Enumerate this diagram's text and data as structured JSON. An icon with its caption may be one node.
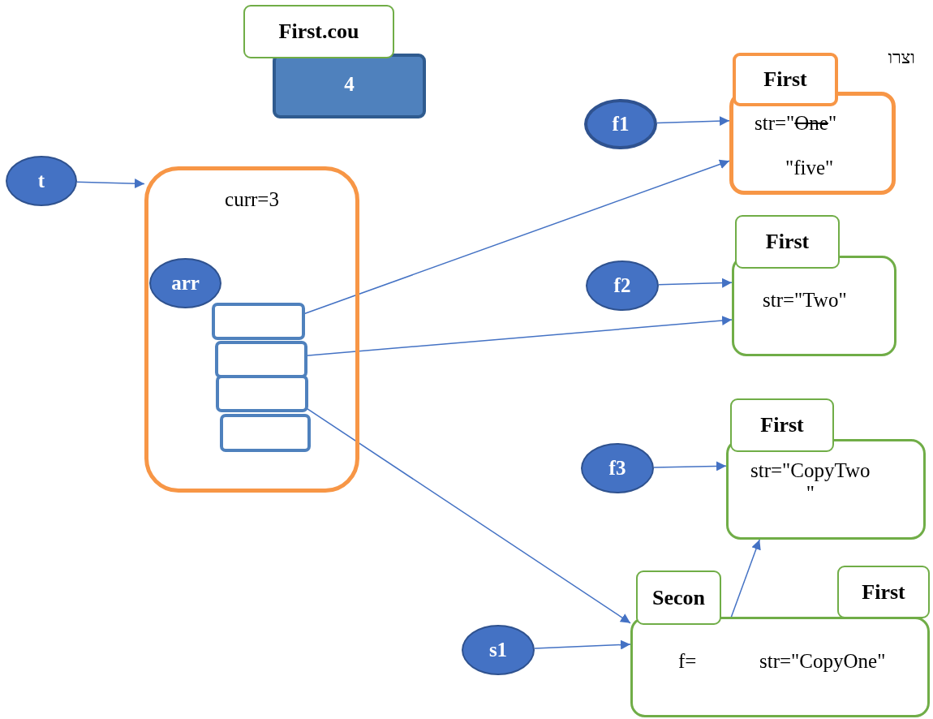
{
  "diagram": {
    "nodes": [
      {
        "text": [
          "First.cou",
          "4"
        ]
      },
      {
        "text": [
          "t"
        ]
      },
      {
        "text": [
          "curr=3"
        ]
      },
      {
        "text": [
          "arr"
        ],
        "in": 2
      },
      {
        "text": [],
        "shape": "box",
        "in": 2
      },
      {
        "text": [],
        "shape": "box",
        "in": 2
      },
      {
        "text": [],
        "shape": "box",
        "in": 2
      },
      {
        "text": [],
        "shape": "box",
        "in": 2
      },
      {
        "text": [
          "f1"
        ]
      },
      {
        "text": [
          "First",
          "str=\"One\"",
          "\"five\""
        ]
      },
      {
        "text": [
          "f2"
        ]
      },
      {
        "text": [
          "First",
          "str=\"Two\""
        ]
      },
      {
        "text": [
          "f3"
        ]
      },
      {
        "text": [
          "First",
          "str=\"CopyTwo \""
        ]
      },
      {
        "text": [
          "s1"
        ]
      },
      {
        "text": [
          "Secon"
        ]
      },
      {
        "text": [
          "f=",
          "str=\"CopyOne\""
        ]
      },
      {
        "text": [
          "First"
        ]
      }
    ],
    "edges": [
      {
        "from": 1,
        "to": 2,
        "arrow": "to"
      },
      {
        "from": 8,
        "to": 9,
        "arrow": "to"
      },
      {
        "from": 4,
        "to": 9,
        "arrow": "to"
      },
      {
        "from": 10,
        "to": 11,
        "arrow": "to"
      },
      {
        "from": 5,
        "to": 11,
        "arrow": "to"
      },
      {
        "from": 12,
        "to": 13,
        "arrow": "to"
      },
      {
        "from": 6,
        "to": 16,
        "arrow": "to"
      },
      {
        "from": 14,
        "to": 16,
        "arrow": "to"
      },
      {
        "from": 16,
        "to": 13,
        "arrow": "to"
      }
    ],
    "labels": [
      "וצרו"
    ]
  }
}
